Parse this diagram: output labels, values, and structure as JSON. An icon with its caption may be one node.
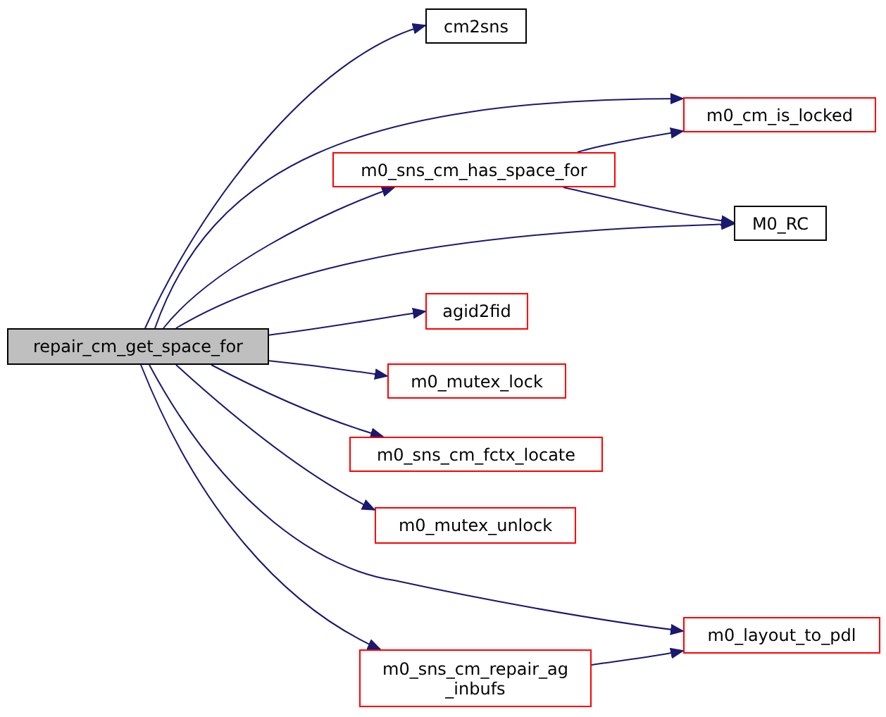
{
  "diagram": {
    "nodes": [
      {
        "text": [
          "repair_cm_get_space_for"
        ]
      },
      {
        "text": [
          "cm2sns"
        ]
      },
      {
        "text": [
          "m0_cm_is_locked"
        ]
      },
      {
        "text": [
          "m0_sns_cm_has_space_for"
        ]
      },
      {
        "text": [
          "M0_RC"
        ]
      },
      {
        "text": [
          "agid2fid"
        ]
      },
      {
        "text": [
          "m0_mutex_lock"
        ]
      },
      {
        "text": [
          "m0_sns_cm_fctx_locate"
        ]
      },
      {
        "text": [
          "m0_mutex_unlock"
        ]
      },
      {
        "text": [
          "m0_layout_to_pdl"
        ]
      },
      {
        "text": [
          "m0_sns_cm_repair_ag _inbufs"
        ]
      }
    ],
    "edges": [
      {
        "from": 0,
        "to": 1,
        "arrow": "to"
      },
      {
        "from": 0,
        "to": 2,
        "arrow": "to"
      },
      {
        "from": 0,
        "to": 3,
        "arrow": "to"
      },
      {
        "from": 0,
        "to": 4,
        "arrow": "to"
      },
      {
        "from": 0,
        "to": 5,
        "arrow": "to"
      },
      {
        "from": 0,
        "to": 6,
        "arrow": "to"
      },
      {
        "from": 0,
        "to": 7,
        "arrow": "to"
      },
      {
        "from": 0,
        "to": 8,
        "arrow": "to"
      },
      {
        "from": 0,
        "to": 9,
        "arrow": "to"
      },
      {
        "from": 0,
        "to": 10,
        "arrow": "to"
      },
      {
        "from": 3,
        "to": 2,
        "arrow": "to"
      },
      {
        "from": 3,
        "to": 4,
        "arrow": "to"
      },
      {
        "from": 10,
        "to": 9,
        "arrow": "to"
      }
    ]
  }
}
